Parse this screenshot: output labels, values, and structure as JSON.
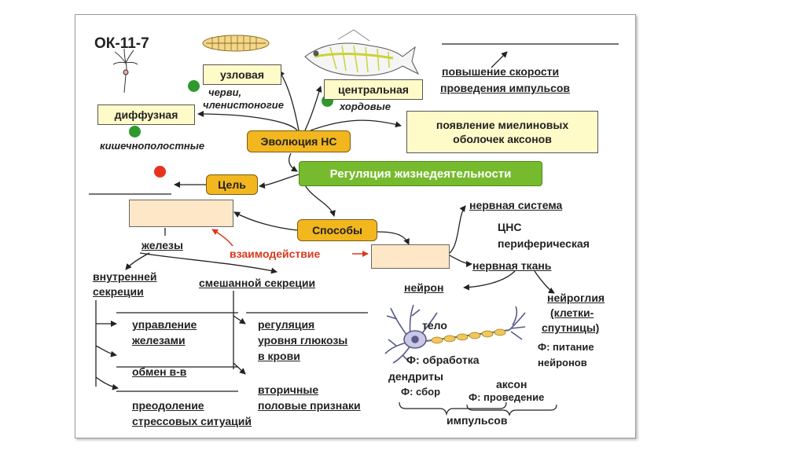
{
  "title": "ОК-11-7",
  "center": "Эволюция НС",
  "types": {
    "diffuse": "диффузная",
    "diffuse_example": "кишечнополостные",
    "nodal": "узловая",
    "nodal_example_1": "черви,",
    "nodal_example_2": "членистоногие",
    "central": "центральная",
    "central_example": "хордовые"
  },
  "myelin": {
    "line1": "появление миелиновых",
    "line2": "оболочек аксонов"
  },
  "speed": {
    "line1": "повышение скорости",
    "line2": "проведения импульсов"
  },
  "regulation": "Регуляция жизнедеятельности",
  "goal": "Цель",
  "methods": "Способы",
  "glands": {
    "label": "железы",
    "internal_1": "внутренней",
    "internal_2": "секреции",
    "mixed": "смешанной секреции",
    "f1_1": "управление",
    "f1_2": "железами",
    "f2": "обмен в-в",
    "f3_1": "преодоление",
    "f3_2": "стрессовых ситуаций",
    "m1_1": "регуляция",
    "m1_2": "уровня глюкозы",
    "m1_3": "в крови",
    "m2_1": "вторичные",
    "m2_2": "половые признаки"
  },
  "interaction": "взаимодействие",
  "nervous": {
    "system": "нервная система",
    "cns": "ЦНС",
    "peripheral": "периферическая",
    "tissue": "нервная ткань",
    "neuron": "нейрон",
    "glia_1": "нейроглия",
    "glia_2": "(клетки-",
    "glia_3": "спутницы)",
    "glia_f1": "Ф: питание",
    "glia_f2": "нейронов",
    "body": "тело",
    "body_f": "Ф: обработка",
    "dendrites": "дендриты",
    "dendrites_f": "Ф: сбор",
    "axon": "аксон",
    "axon_f": "Ф: проведение",
    "impulses": "импульсов"
  },
  "colors": {
    "accent_yellow": "#fffbc8",
    "accent_orange": "#f2b61f",
    "accent_green": "#76bb2d",
    "dot_green": "#2e9a2e",
    "dot_red": "#e8321e",
    "interaction_red": "#d83a1e",
    "empty_box": "#fde7c6"
  }
}
